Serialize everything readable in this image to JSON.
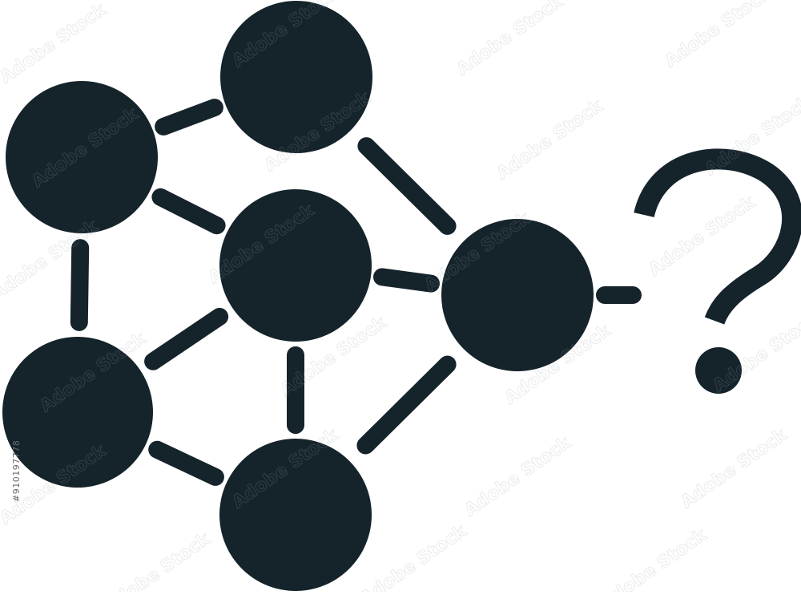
{
  "colors": {
    "ink": "#15232b",
    "background": "#ffffff",
    "watermark": "#9aa3a8",
    "stock_id_text": "#6b6b6b"
  },
  "diagram": {
    "nodes": [
      {
        "id": "top"
      },
      {
        "id": "upper-left"
      },
      {
        "id": "center"
      },
      {
        "id": "right"
      },
      {
        "id": "lower-left"
      },
      {
        "id": "bottom"
      }
    ],
    "edges": [
      {
        "from": "upper-left",
        "to": "top"
      },
      {
        "from": "top",
        "to": "right"
      },
      {
        "from": "upper-left",
        "to": "center"
      },
      {
        "from": "upper-left",
        "to": "lower-left"
      },
      {
        "from": "center",
        "to": "right"
      },
      {
        "from": "center",
        "to": "lower-left"
      },
      {
        "from": "center",
        "to": "bottom"
      },
      {
        "from": "right",
        "to": "bottom"
      },
      {
        "from": "lower-left",
        "to": "bottom"
      },
      {
        "from": "right",
        "to": "unknown"
      }
    ],
    "unknown_symbol": "?"
  },
  "watermark": {
    "text": "Adobe Stock",
    "id_text": "#910197778"
  },
  "icons": [
    "network-graph-icon",
    "question-mark-icon"
  ]
}
